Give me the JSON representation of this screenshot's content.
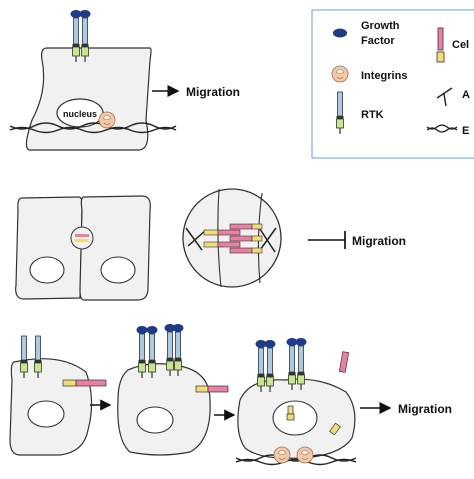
{
  "colors": {
    "cell_fill": "#f1f1f1",
    "growth_factor": "#1e3a8a",
    "rtk_fill": "#a8cce8",
    "rtk_bottom": "#c8e68a",
    "cadherin_pink": "#ea7fa2",
    "cadherin_yellow": "#f2dc74",
    "integrin": "#f3c9a7",
    "legend_border": "#7fb4d6"
  },
  "panel1": {
    "nucleus_label": "nucleus",
    "arrow_label": "Migration"
  },
  "legend": {
    "growth_factor_line1": "Growth",
    "growth_factor_line2": "Factor",
    "integrins": "Integrins",
    "rtk": "RTK",
    "cadherin_partial": "Cel",
    "actin_partial": "A",
    "ecm_partial": "E"
  },
  "panel2": {
    "inhibit_label": "Migration"
  },
  "panel3": {
    "arrow_label": "Migration"
  }
}
